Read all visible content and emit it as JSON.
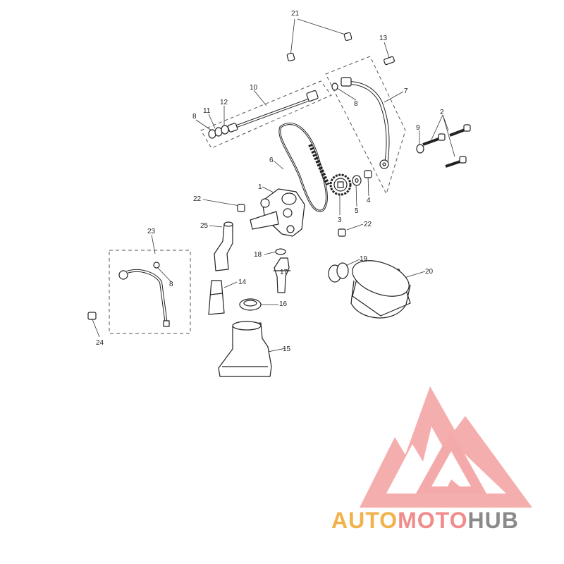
{
  "diagram": {
    "callouts": [
      "1",
      "2",
      "3",
      "4",
      "5",
      "6",
      "7",
      "8",
      "8",
      "8",
      "9",
      "10",
      "11",
      "12",
      "13",
      "14",
      "15",
      "16",
      "17",
      "18",
      "19",
      "20",
      "21",
      "22",
      "22",
      "23",
      "24",
      "25"
    ]
  },
  "watermark": {
    "part1": "AUTO",
    "part2": "MOTO",
    "part3": "HUB",
    "colors": {
      "auto": "#f2b24b",
      "moto": "#f08c8c",
      "hub": "#8a8a8a",
      "logo": "#f19a9a"
    }
  }
}
